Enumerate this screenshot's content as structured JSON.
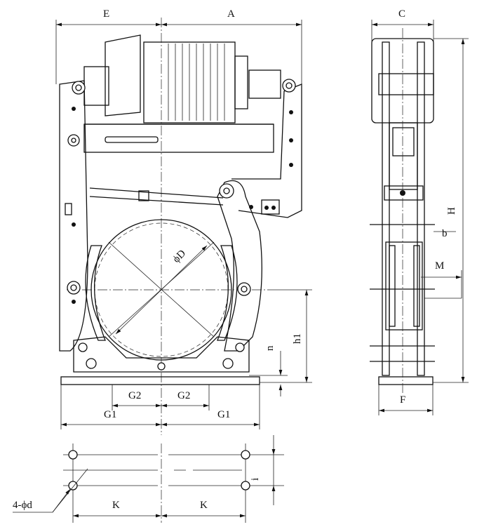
{
  "labels": {
    "E": "E",
    "A": "A",
    "C": "C",
    "H": "H",
    "b": "b",
    "M": "M",
    "D": "ϕD",
    "h1": "h1",
    "n": "n",
    "G2_left": "G2",
    "G2_right": "G2",
    "G1_left": "G1",
    "G1_right": "G1",
    "F": "F",
    "holes": "4-ϕd",
    "K_left": "K",
    "K_right": "K",
    "i": "i"
  }
}
